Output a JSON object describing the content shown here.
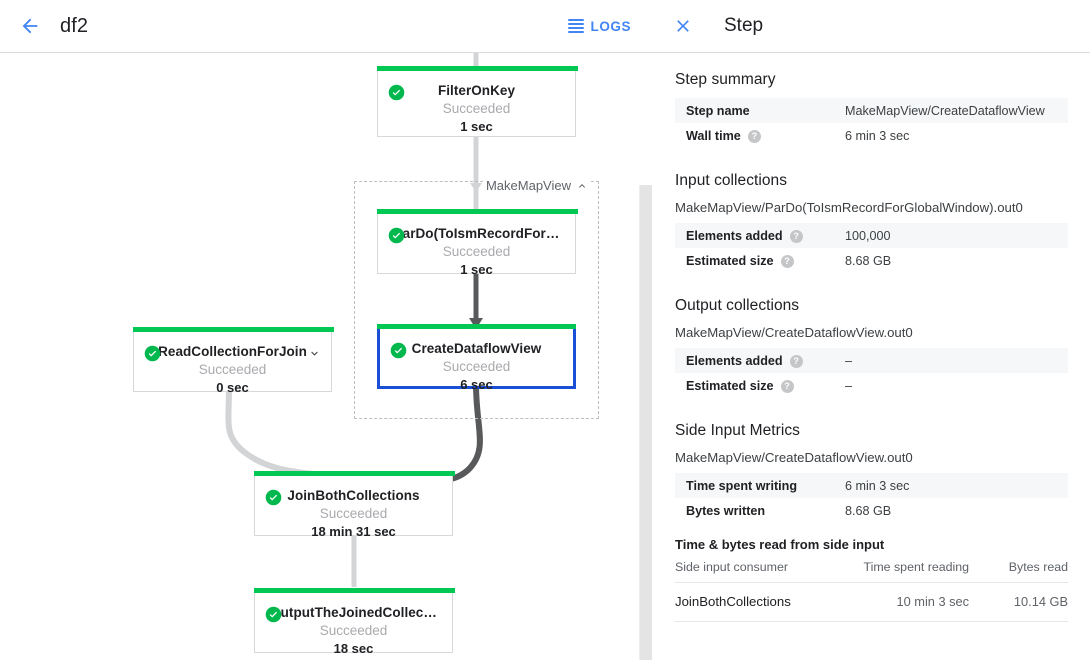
{
  "topbar": {
    "back_icon": "arrow-left-icon",
    "job_title": "df2",
    "logs_label": "LOGS",
    "logs_icon": "logs-icon",
    "accent_color": "#4285f4"
  },
  "graph": {
    "group": {
      "label": "MakeMapView",
      "collapse_icon": "chevron-up-icon"
    },
    "status_color": "#00c853",
    "selected_color": "#1a4fd6",
    "nodes": [
      {
        "id": "filter-on-key",
        "name": "FilterOnKey",
        "status": "Succeeded",
        "time": "1 sec",
        "selected": false,
        "has_chevron": false
      },
      {
        "id": "pardo-toismrecord",
        "name": "ParDo(ToIsmRecordFor…",
        "status": "Succeeded",
        "time": "1 sec",
        "selected": false,
        "has_chevron": false
      },
      {
        "id": "create-dataflow-view",
        "name": "CreateDataflowView",
        "status": "Succeeded",
        "time": "6 sec",
        "selected": true,
        "has_chevron": false
      },
      {
        "id": "read-collection-for-join",
        "name": "ReadCollectionForJoin",
        "status": "Succeeded",
        "time": "0 sec",
        "selected": false,
        "has_chevron": true
      },
      {
        "id": "join-both-collections",
        "name": "JoinBothCollections",
        "status": "Succeeded",
        "time": "18 min 31 sec",
        "selected": false,
        "has_chevron": false
      },
      {
        "id": "output-the-joined-collection",
        "name": "OutputTheJoinedCollec…",
        "status": "Succeeded",
        "time": "18 sec",
        "selected": false,
        "has_chevron": false
      }
    ]
  },
  "panel": {
    "close_icon": "close-icon",
    "title": "Step",
    "step_summary": {
      "heading": "Step summary",
      "rows": [
        {
          "key": "Step name",
          "value": "MakeMapView/CreateDataflowView",
          "help": false
        },
        {
          "key": "Wall time",
          "value": "6 min 3 sec",
          "help": true
        }
      ]
    },
    "input_collections": {
      "heading": "Input collections",
      "collection": "MakeMapView/ParDo(ToIsmRecordForGlobalWindow).out0",
      "rows": [
        {
          "key": "Elements added",
          "value": "100,000",
          "help": true
        },
        {
          "key": "Estimated size",
          "value": "8.68 GB",
          "help": true
        }
      ]
    },
    "output_collections": {
      "heading": "Output collections",
      "collection": "MakeMapView/CreateDataflowView.out0",
      "rows": [
        {
          "key": "Elements added",
          "value": "–",
          "help": true
        },
        {
          "key": "Estimated size",
          "value": "–",
          "help": true
        }
      ]
    },
    "side_input_metrics": {
      "heading": "Side Input Metrics",
      "collection": "MakeMapView/CreateDataflowView.out0",
      "rows": [
        {
          "key": "Time spent writing",
          "value": "6 min 3 sec",
          "help": false
        },
        {
          "key": "Bytes written",
          "value": "8.68 GB",
          "help": false
        }
      ],
      "table_title": "Time & bytes read from side input",
      "columns": [
        "Side input consumer",
        "Time spent reading",
        "Bytes read"
      ],
      "rows_data": [
        {
          "consumer": "JoinBothCollections",
          "time_spent_reading": "10 min 3 sec",
          "bytes_read": "10.14 GB"
        }
      ]
    }
  }
}
